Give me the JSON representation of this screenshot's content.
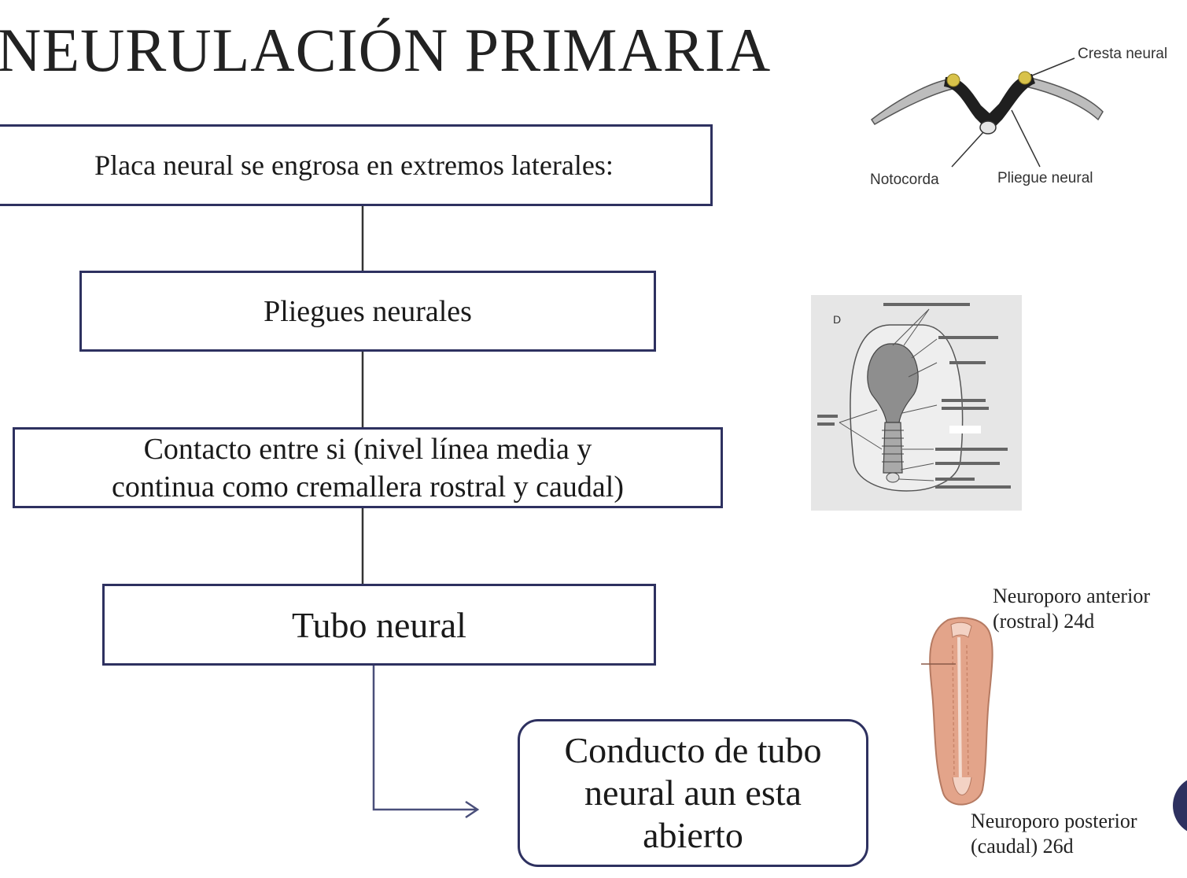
{
  "title": "NEURULACIÓN PRIMARIA",
  "flow": {
    "step1": "Placa neural se engrosa en extremos laterales:",
    "step2": "Pliegues neurales",
    "step3_line1": "Contacto entre si (nivel línea media y",
    "step3_line2": "continua como cremallera rostral y caudal)",
    "step4": "Tubo neural",
    "step5_line1": "Conducto de tubo",
    "step5_line2": "neural aun esta",
    "step5_line3": "abierto"
  },
  "figure1": {
    "label_cresta": "Cresta neural",
    "label_notocorda": "Notocorda",
    "label_pliegue": "Pliegue neural"
  },
  "figure2": {
    "panel_letter": "D"
  },
  "figure3": {
    "anterior_line1": "Neuroporo anterior",
    "anterior_line2": "(rostral)  24d",
    "posterior_line1": "Neuroporo posterior",
    "posterior_line2": "(caudal)    26d"
  },
  "colors": {
    "border": "#2e3160",
    "neural_fill": "#1f1f1f",
    "crest_fill": "#d8c24a",
    "embryo_fill": "#e3a48a",
    "corner_circle": "#2e3160"
  }
}
